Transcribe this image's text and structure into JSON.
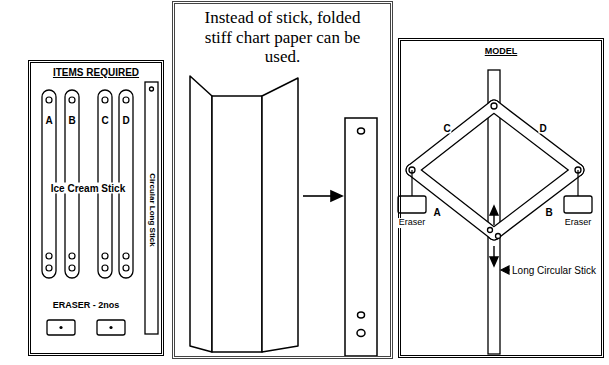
{
  "diagram": {
    "nodes": [
      {
        "text": [
          "ITEMS REQUIRED"
        ]
      },
      {
        "text": [
          "Instead of stick, folded stiff chart paper can be used."
        ]
      },
      {
        "text": [
          "MODEL"
        ]
      }
    ],
    "labels": [
      "A",
      "B",
      "C",
      "D",
      "Ice Cream Stick",
      "Circular Long Stick",
      "ERASER - 2nos",
      "C",
      "D",
      "A",
      "Eraser",
      "B",
      "Eraser",
      "Long Circular Stick"
    ]
  }
}
